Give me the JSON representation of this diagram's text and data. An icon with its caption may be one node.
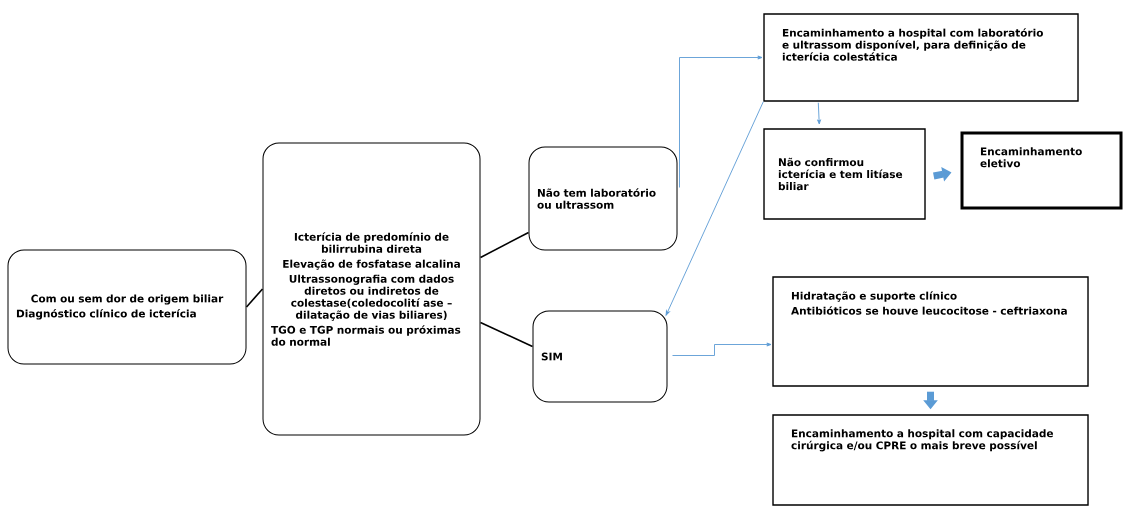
{
  "diagram": {
    "nodes": [
      {
        "text": [
          "Com ou sem dor de origem biliar",
          "Diagnóstico clínico de icterícia"
        ]
      },
      {
        "text": [
          "Icterícia de predomínio de bilirrubina direta",
          "Elevação de fosfatase alcalina",
          "Ultrassonografia com dados diretos ou indiretos de colestase(coledocolití ase – dilatação de vias biliares)",
          "TGO e TGP normais ou próximas do normal"
        ]
      },
      {
        "text": [
          "Não tem laboratório ou ultrassom"
        ]
      },
      {
        "text": [
          "SIM"
        ]
      },
      {
        "text": [
          "Encaminhamento a hospital com laboratório e ultrassom disponível, para definição de icterícia colestática"
        ]
      },
      {
        "text": [
          "Não confirmou icterícia e tem litíase biliar"
        ]
      },
      {
        "text": [
          "Encaminhamento eletivo"
        ]
      },
      {
        "text": [
          "Hidratação e suporte clínico",
          "Antibióticos se houve leucocitose - ceftriaxona"
        ]
      },
      {
        "text": [
          "Encaminhamento a hospital com capacidade cirúrgica e/ou CPRE o mais breve possível"
        ]
      }
    ],
    "edges": [
      {
        "from": 0,
        "to": 1,
        "arrow": "none",
        "color": "#000000"
      },
      {
        "from": 1,
        "to": 2,
        "arrow": "none",
        "color": "#000000"
      },
      {
        "from": 1,
        "to": 3,
        "arrow": "none",
        "color": "#000000"
      },
      {
        "from": 2,
        "to": 4,
        "arrow": "to"
      },
      {
        "from": 4,
        "to": 3,
        "arrow": "to"
      },
      {
        "from": 4,
        "to": 5,
        "arrow": "to"
      },
      {
        "from": 5,
        "to": 6,
        "arrow": "to",
        "style": "thick"
      },
      {
        "from": 3,
        "to": 7,
        "arrow": "to"
      },
      {
        "from": 7,
        "to": 8,
        "arrow": "to",
        "style": "thick"
      }
    ]
  }
}
